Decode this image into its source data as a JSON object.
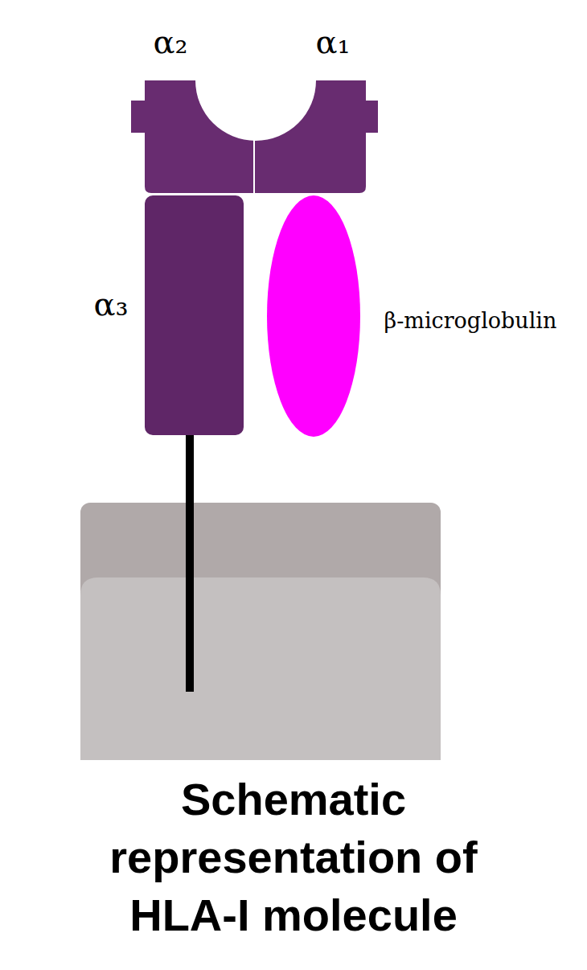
{
  "diagram": {
    "caption": "Schematic representation of HLA-I molecule",
    "labels": [
      "α₂",
      "α₁",
      "α₃",
      "β-microglobulin"
    ]
  }
}
